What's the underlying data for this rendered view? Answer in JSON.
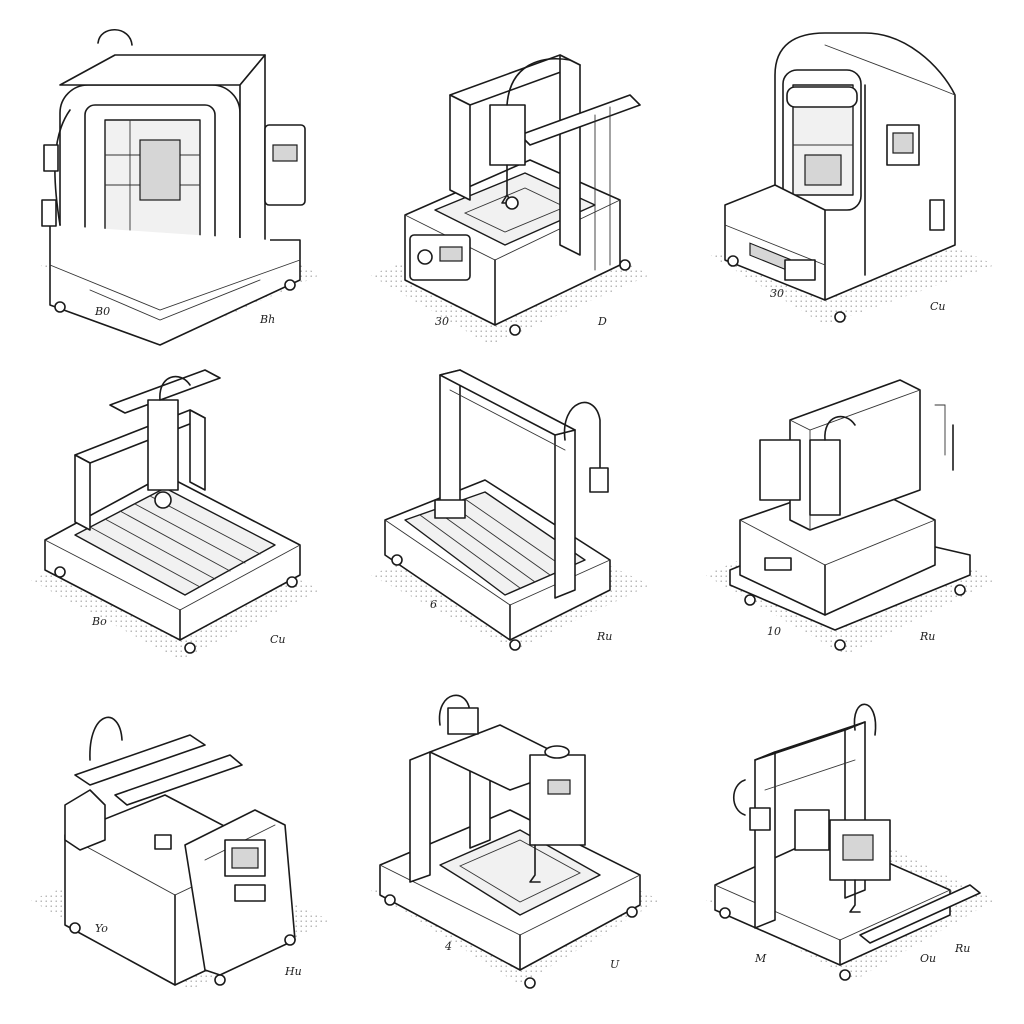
{
  "drawings": [
    {
      "id": "machine-1",
      "labels": [
        "B0",
        "Bh"
      ]
    },
    {
      "id": "machine-2",
      "labels": [
        "30",
        "D"
      ]
    },
    {
      "id": "machine-3",
      "labels": [
        "30",
        "Cu"
      ]
    },
    {
      "id": "machine-4",
      "labels": [
        "Bo",
        "Cu"
      ]
    },
    {
      "id": "machine-5",
      "labels": [
        "6",
        "Ru"
      ]
    },
    {
      "id": "machine-6",
      "labels": [
        "10",
        "Ru"
      ]
    },
    {
      "id": "machine-7",
      "labels": [
        "Yo",
        "Hu"
      ]
    },
    {
      "id": "machine-8",
      "labels": [
        "4",
        "U"
      ]
    },
    {
      "id": "machine-9",
      "labels": [
        "M",
        "Ou",
        "Ru"
      ]
    }
  ]
}
